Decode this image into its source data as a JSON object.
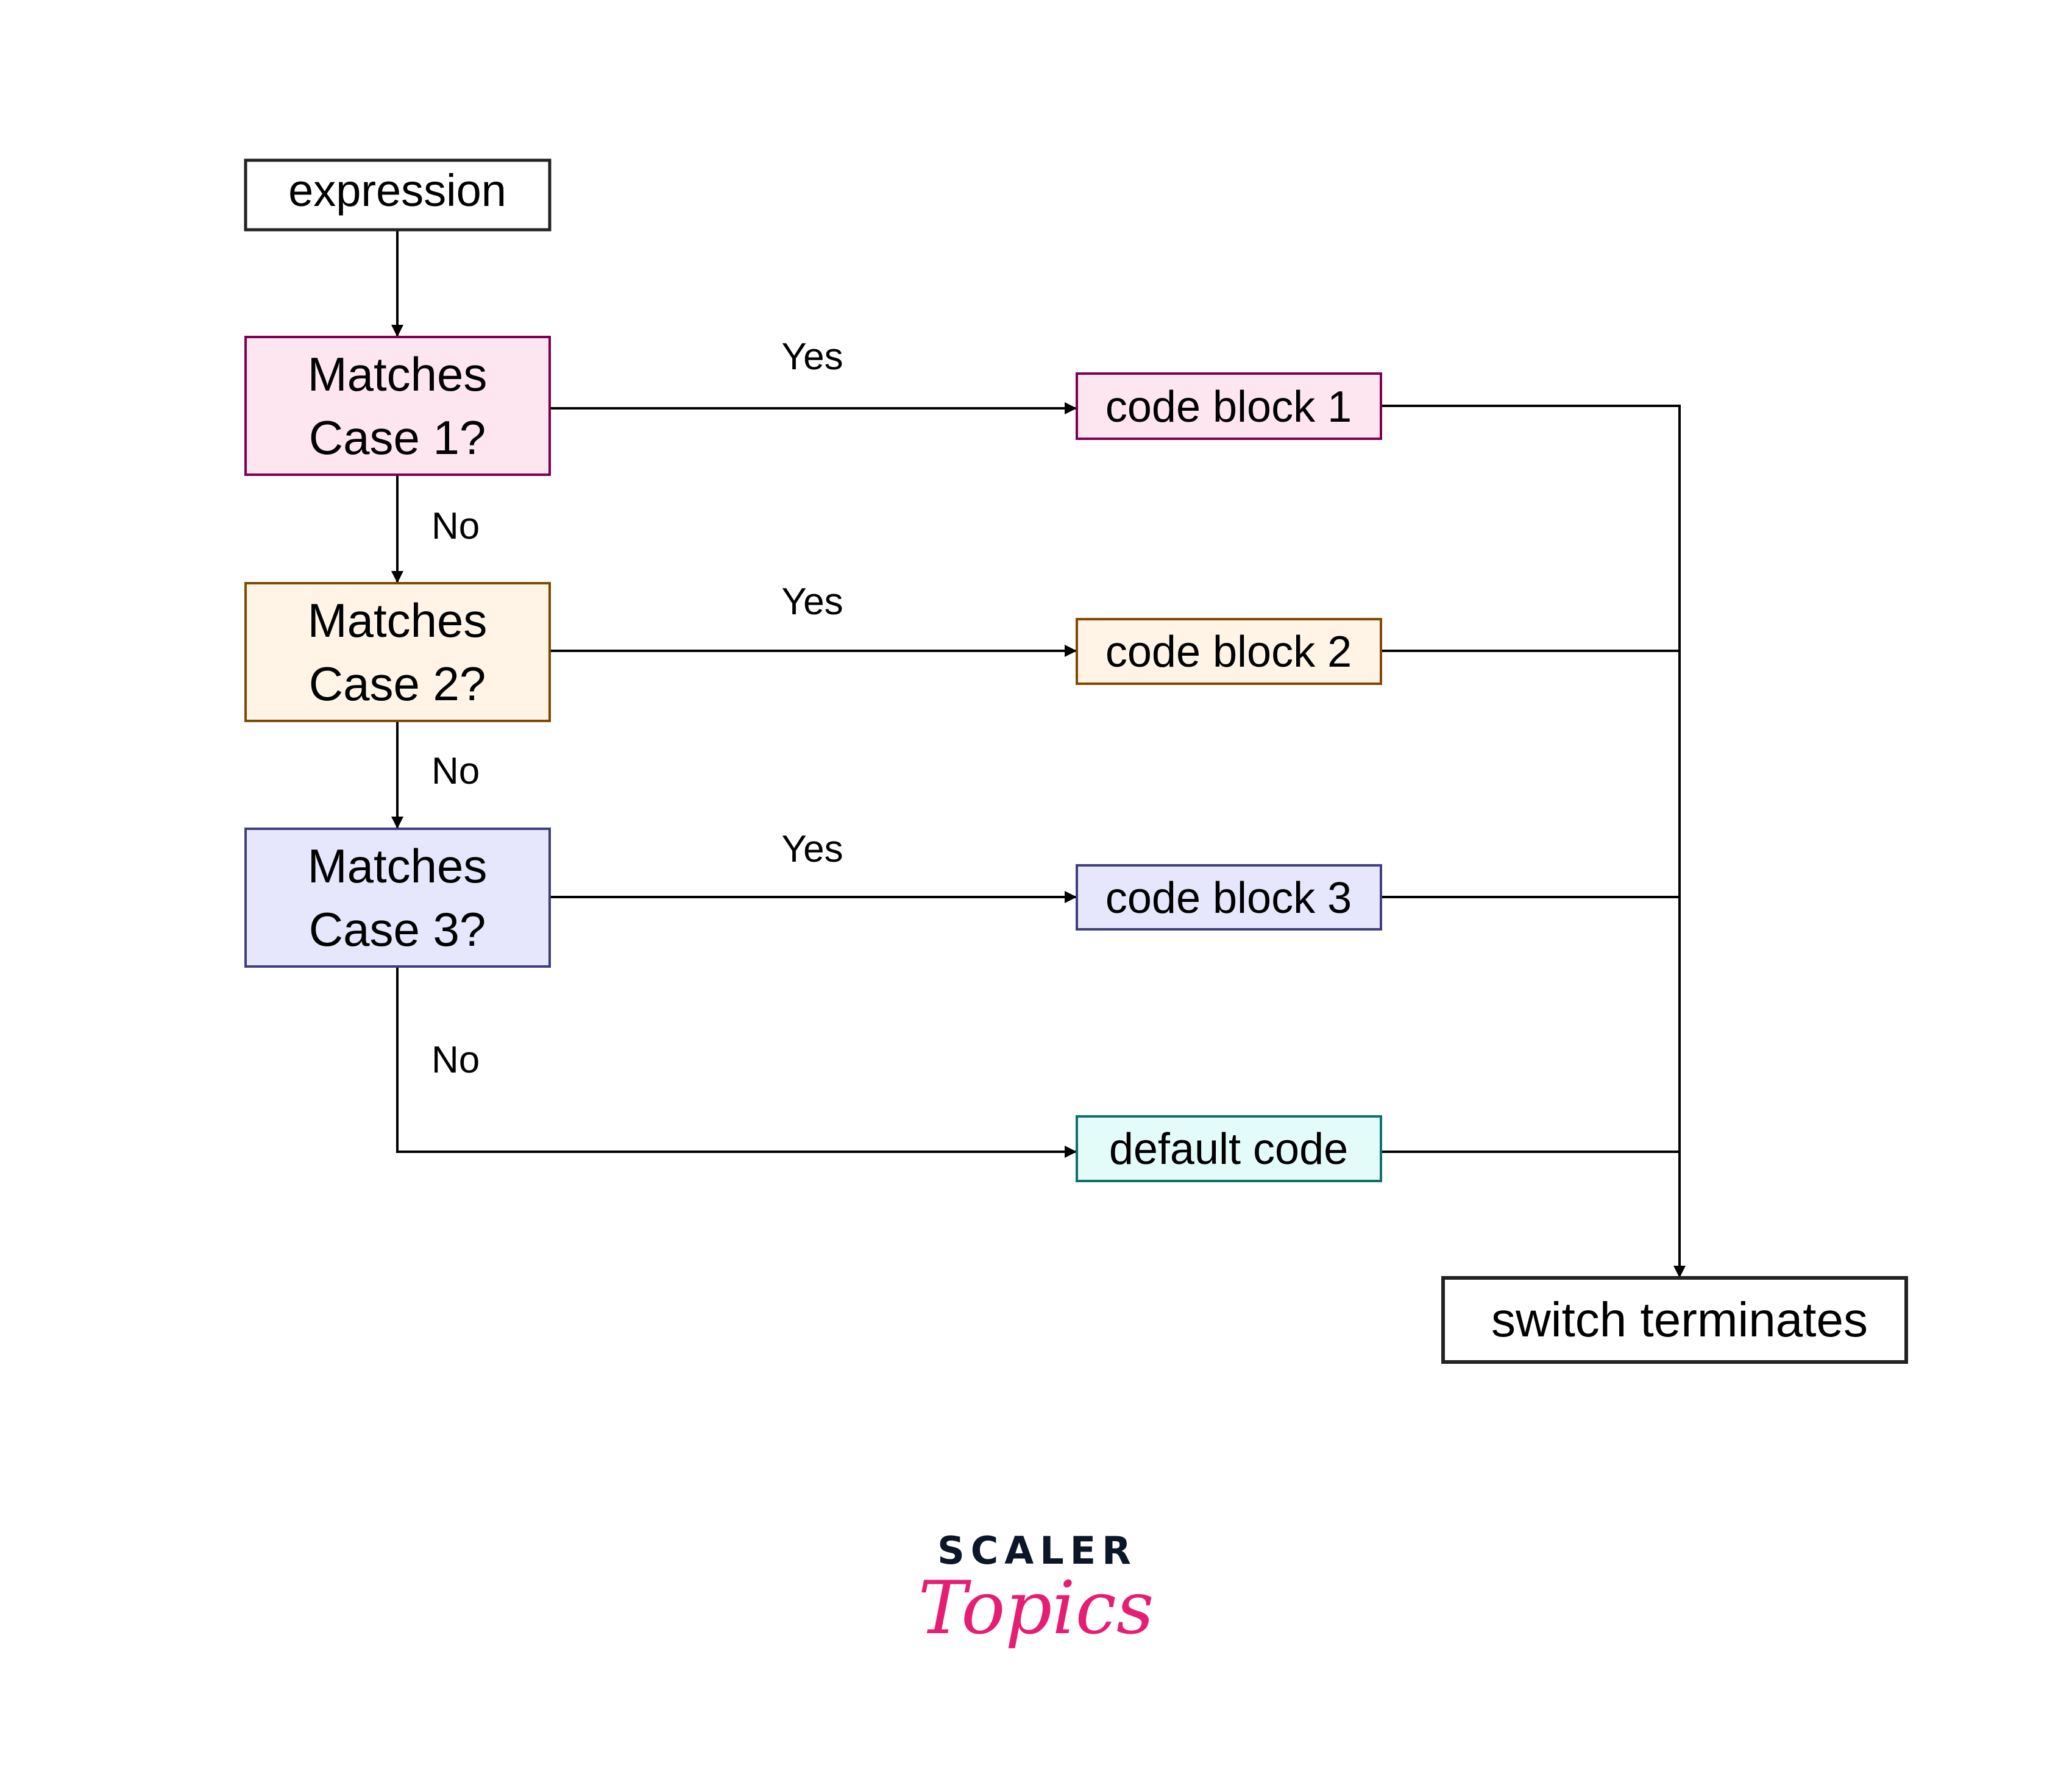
{
  "diagram": {
    "title": "switch statement flowchart",
    "nodes": {
      "expression": {
        "lines": [
          "expression"
        ],
        "fill": "#ffffff",
        "stroke": "#222222"
      },
      "case1": {
        "lines": [
          "Matches",
          "Case 1?"
        ],
        "fill": "#fee6f1",
        "stroke": "#7e0050"
      },
      "case2": {
        "lines": [
          "Matches",
          "Case 2?"
        ],
        "fill": "#fff4e6",
        "stroke": "#7f4a00"
      },
      "case3": {
        "lines": [
          "Matches",
          "Case 3?"
        ],
        "fill": "#e6e6fc",
        "stroke": "#3f3f7f"
      },
      "code1": {
        "lines": [
          "code block 1"
        ],
        "fill": "#fee6f1",
        "stroke": "#7e0050"
      },
      "code2": {
        "lines": [
          "code block 2"
        ],
        "fill": "#fff4e6",
        "stroke": "#7f4a00"
      },
      "code3": {
        "lines": [
          "code block 3"
        ],
        "fill": "#e6e6fc",
        "stroke": "#3f3f7f"
      },
      "default": {
        "lines": [
          "default code"
        ],
        "fill": "#e3fcf9",
        "stroke": "#0e7070"
      },
      "terminate": {
        "lines": [
          "switch terminates"
        ],
        "fill": "#ffffff",
        "stroke": "#222222"
      }
    },
    "edge_labels": {
      "yes1": "Yes",
      "yes2": "Yes",
      "yes3": "Yes",
      "no1": "No",
      "no2": "No",
      "no3": "No"
    },
    "edges": [
      {
        "from": "expression",
        "to": "case1",
        "label": ""
      },
      {
        "from": "case1",
        "to": "code1",
        "label": "Yes"
      },
      {
        "from": "case1",
        "to": "case2",
        "label": "No"
      },
      {
        "from": "case2",
        "to": "code2",
        "label": "Yes"
      },
      {
        "from": "case2",
        "to": "case3",
        "label": "No"
      },
      {
        "from": "case3",
        "to": "code3",
        "label": "Yes"
      },
      {
        "from": "case3",
        "to": "default",
        "label": "No"
      },
      {
        "from": "code1",
        "to": "terminate",
        "label": ""
      },
      {
        "from": "code2",
        "to": "terminate",
        "label": ""
      },
      {
        "from": "code3",
        "to": "terminate",
        "label": ""
      },
      {
        "from": "default",
        "to": "terminate",
        "label": ""
      }
    ]
  },
  "logo": {
    "brand": "SCALER",
    "product": "Topics",
    "brand_color": "#0b1628",
    "product_color": "#e61e73"
  },
  "line_color": "#000000"
}
